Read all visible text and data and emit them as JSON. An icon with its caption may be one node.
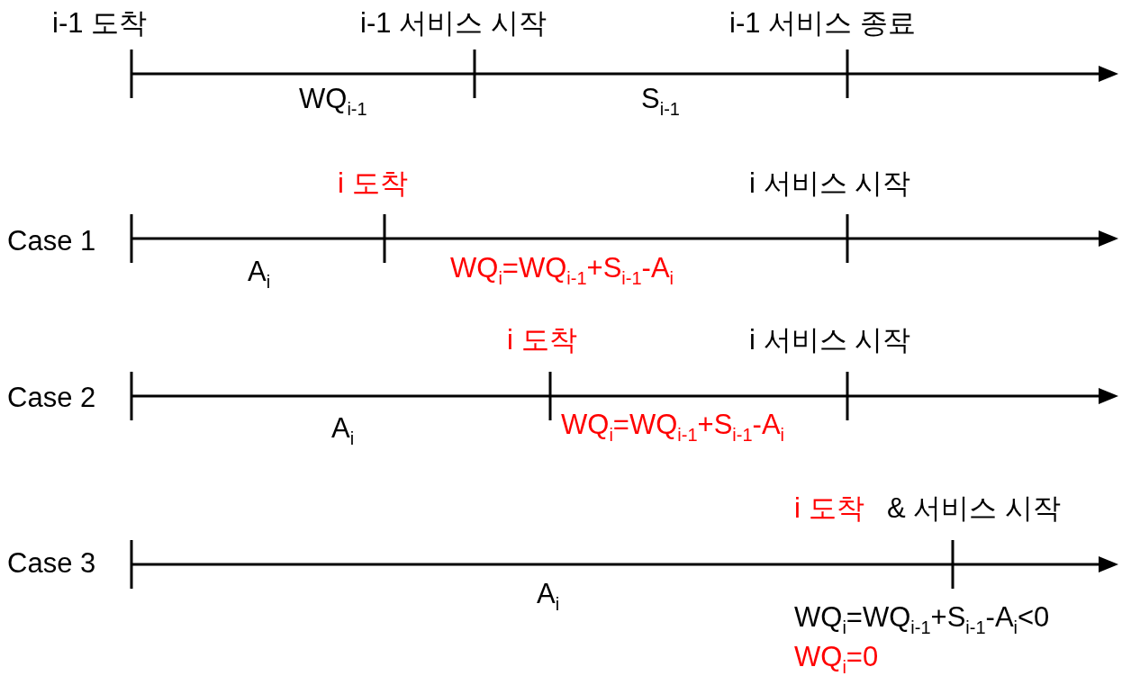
{
  "diagram": {
    "labels": [
      "i-1 도착",
      "i-1 서비스 시작",
      "i-1 서비스 종료",
      "WQ$_{i-1}$",
      "S$_{i-1}$",
      "i 도착",
      "i 서비스 시작",
      "Case 1",
      "A$_{i}$",
      "WQ$_{i}$=WQ$_{i-1}$+S$_{i-1}$-A$_{i}$",
      "i 도착",
      "i 서비스 시작",
      "Case 2",
      "A$_{i}$",
      "WQ$_{i}$=WQ$_{i-1}$+S$_{i-1}$-A$_{i}$",
      "i 도착",
      "& 서비스 시작",
      "Case 3",
      "A$_{i}$",
      "WQ$_{i}$=WQ$_{i-1}$+S$_{i-1}$-A$_{i}$<0",
      "WQ$_{i}$=0"
    ]
  }
}
